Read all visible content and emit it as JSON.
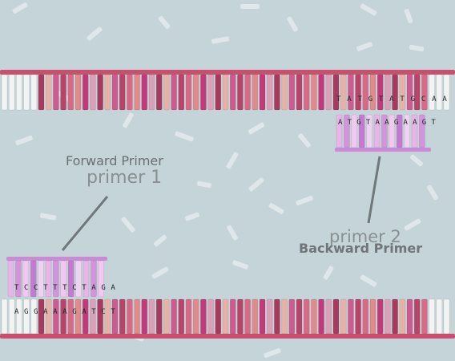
{
  "labels": {
    "forward_primer": "Forward Primer",
    "primer_1": "primer 1",
    "primer_2": "primer 2",
    "backward_primer": "Backward Primer"
  },
  "sequences": {
    "top_right_strand": "T A T G T A T G C A A",
    "backward_primer_seq": "A T G  T A  A G A A  G T",
    "forward_primer_seq": "T C C T T T C  T A G A",
    "bottom_left_strand": "A G G A A A  G A T  C T"
  },
  "colors": {
    "background": "#c5d4d9",
    "backbone": "#c8506e",
    "primer_backbone": "#c98ad6",
    "label_text": "#6a6f72"
  }
}
